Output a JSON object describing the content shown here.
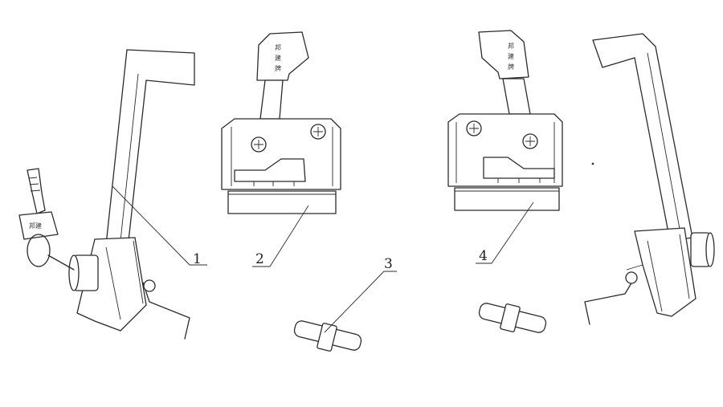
{
  "callouts": [
    {
      "id": "1",
      "label": "1"
    },
    {
      "id": "2",
      "label": "2"
    },
    {
      "id": "3",
      "label": "3"
    },
    {
      "id": "4",
      "label": "4"
    }
  ],
  "brand_mark": [
    "邦",
    "建",
    "牌"
  ],
  "key_mark": "邦建"
}
